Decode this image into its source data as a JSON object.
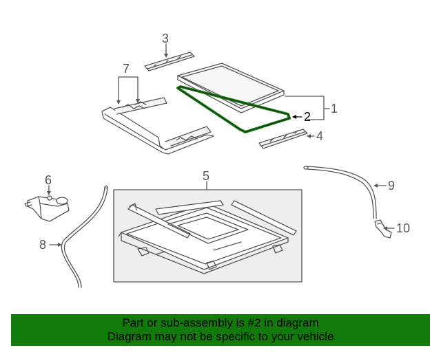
{
  "callouts": {
    "c1": "1",
    "c2": "2",
    "c3": "3",
    "c4": "4",
    "c5": "5",
    "c6": "6",
    "c7": "7",
    "c8": "8",
    "c9": "9",
    "c10": "10"
  },
  "footer": {
    "line1": "Part or sub-assembly is #2 in diagram",
    "line2": "Diagram may not be specific to your vehicle"
  },
  "colors": {
    "highlight": "#117a0a",
    "line": "#555555",
    "panel_fill": "#eeeeee"
  }
}
